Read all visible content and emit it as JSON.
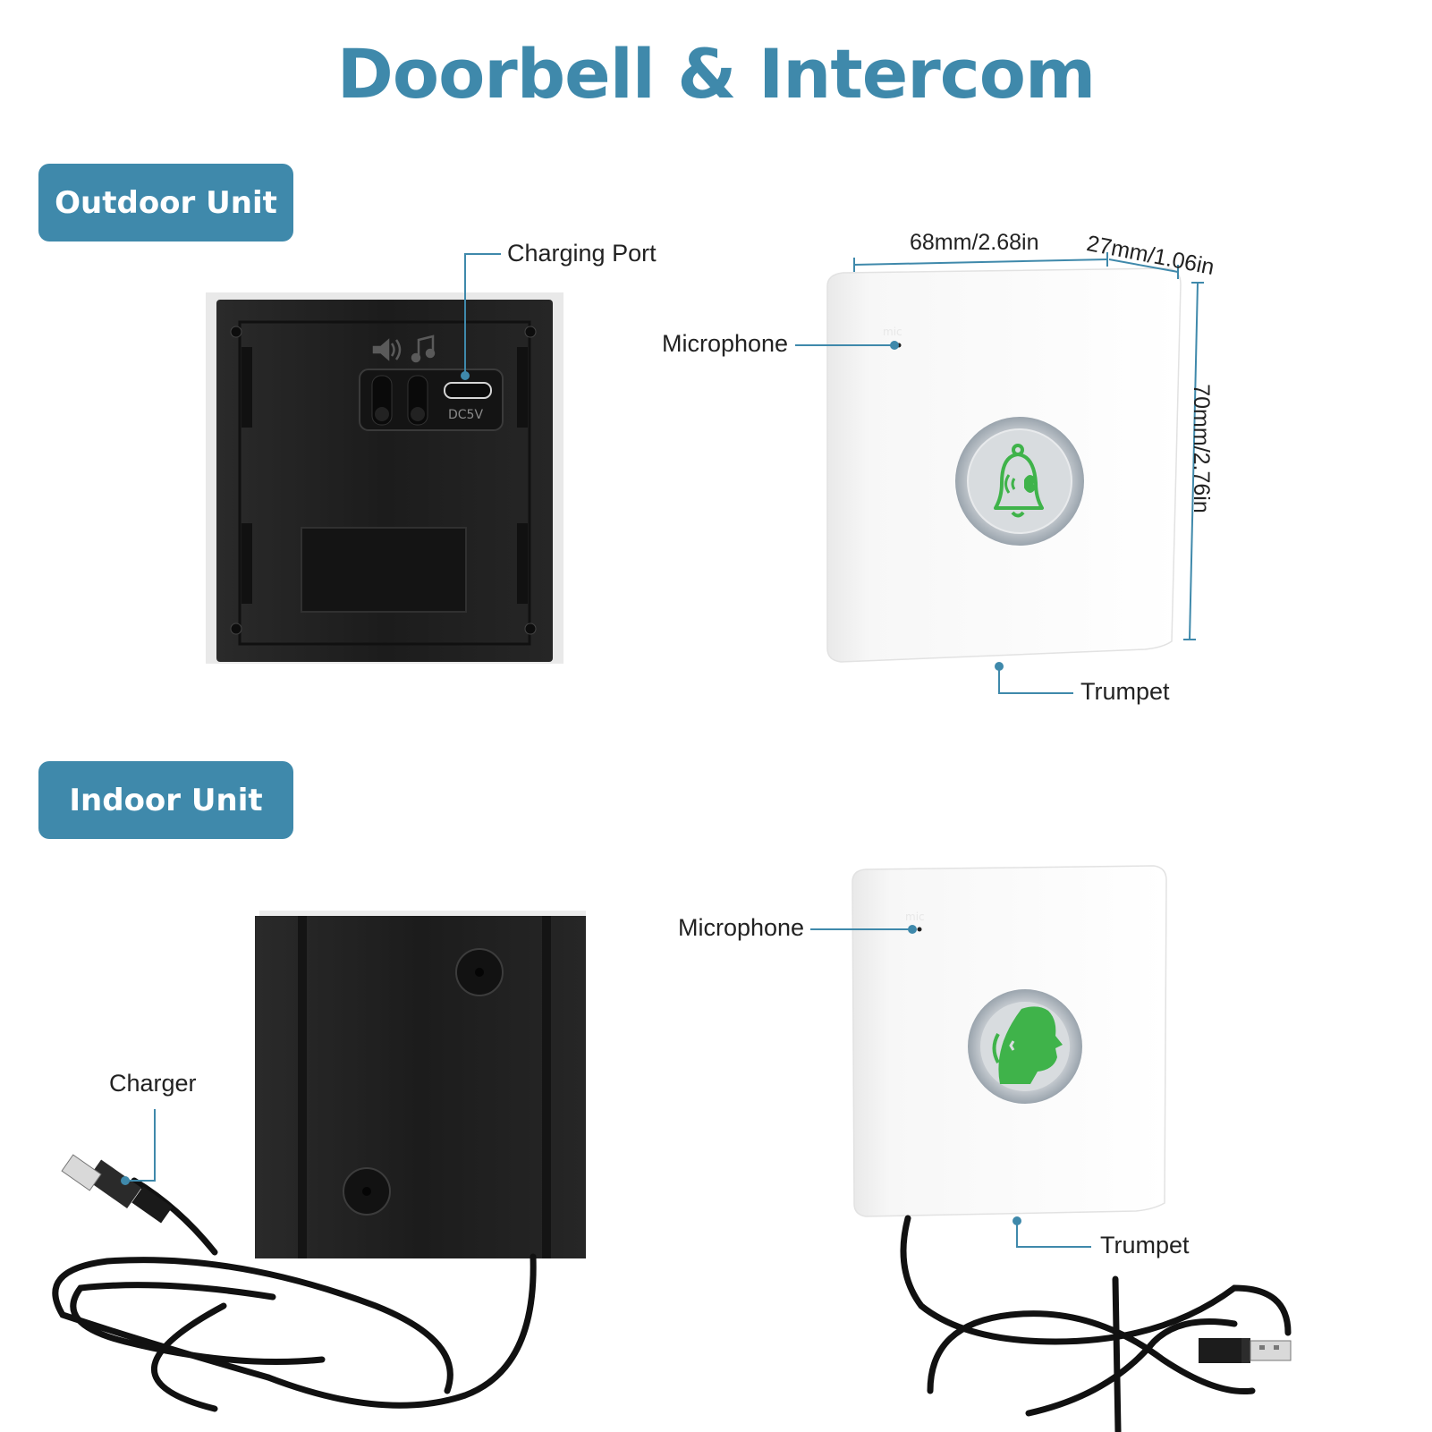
{
  "title": "Doorbell & Intercom",
  "sections": {
    "outdoor": {
      "badge": "Outdoor Unit"
    },
    "indoor": {
      "badge": "Indoor Unit"
    }
  },
  "callouts": {
    "charging_port": "Charging Port",
    "microphone_outdoor": "Microphone",
    "trumpet_outdoor": "Trumpet",
    "microphone_indoor": "Microphone",
    "trumpet_indoor": "Trumpet",
    "charger": "Charger"
  },
  "device_text": {
    "port_label": "DC5V",
    "mic_mark_outdoor": "mic",
    "mic_mark_indoor": "mic"
  },
  "dimensions": {
    "width": "68mm/2.68in",
    "depth": "27mm/1.06in",
    "height": "70mm/2.76in"
  },
  "colors": {
    "accent": "#3f89ab",
    "button_green": "#3fb34a",
    "device_black": "#1e1e1e"
  }
}
